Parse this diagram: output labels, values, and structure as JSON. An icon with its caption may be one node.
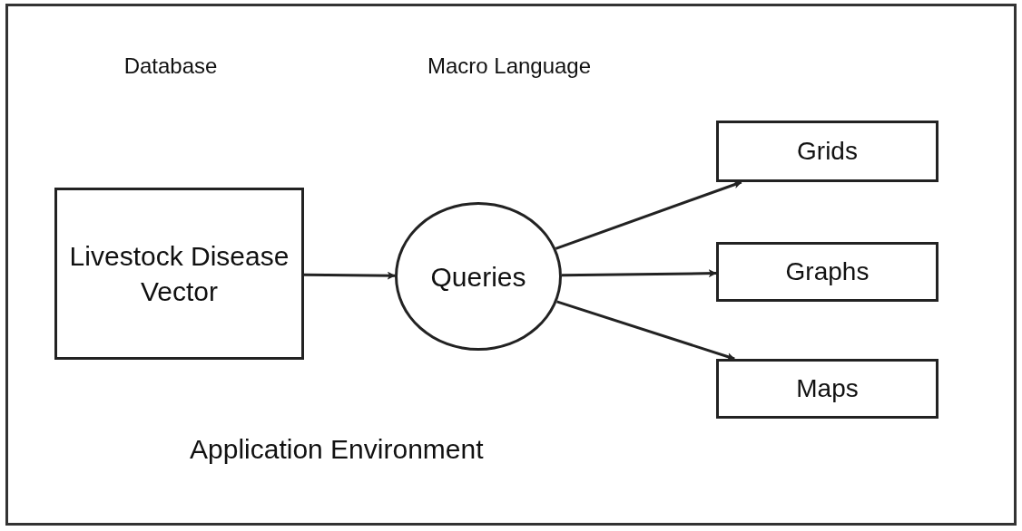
{
  "diagram": {
    "nodes": [
      {
        "text": [
          "Application Environment"
        ]
      },
      {
        "text": [
          "Livestock Disease Vector"
        ],
        "in": 0
      },
      {
        "text": [
          "Queries"
        ],
        "in": 0
      },
      {
        "text": [
          "Grids"
        ],
        "in": 0
      },
      {
        "text": [
          "Graphs"
        ],
        "in": 0
      },
      {
        "text": [
          "Maps"
        ],
        "in": 0
      }
    ],
    "edges": [
      {
        "from": 1,
        "to": 2,
        "arrow": "to"
      },
      {
        "from": 2,
        "to": 3,
        "arrow": "to"
      },
      {
        "from": 2,
        "to": 4,
        "arrow": "to"
      },
      {
        "from": 2,
        "to": 5,
        "arrow": "to"
      }
    ],
    "labels": [
      "Database",
      "Macro Language"
    ]
  }
}
